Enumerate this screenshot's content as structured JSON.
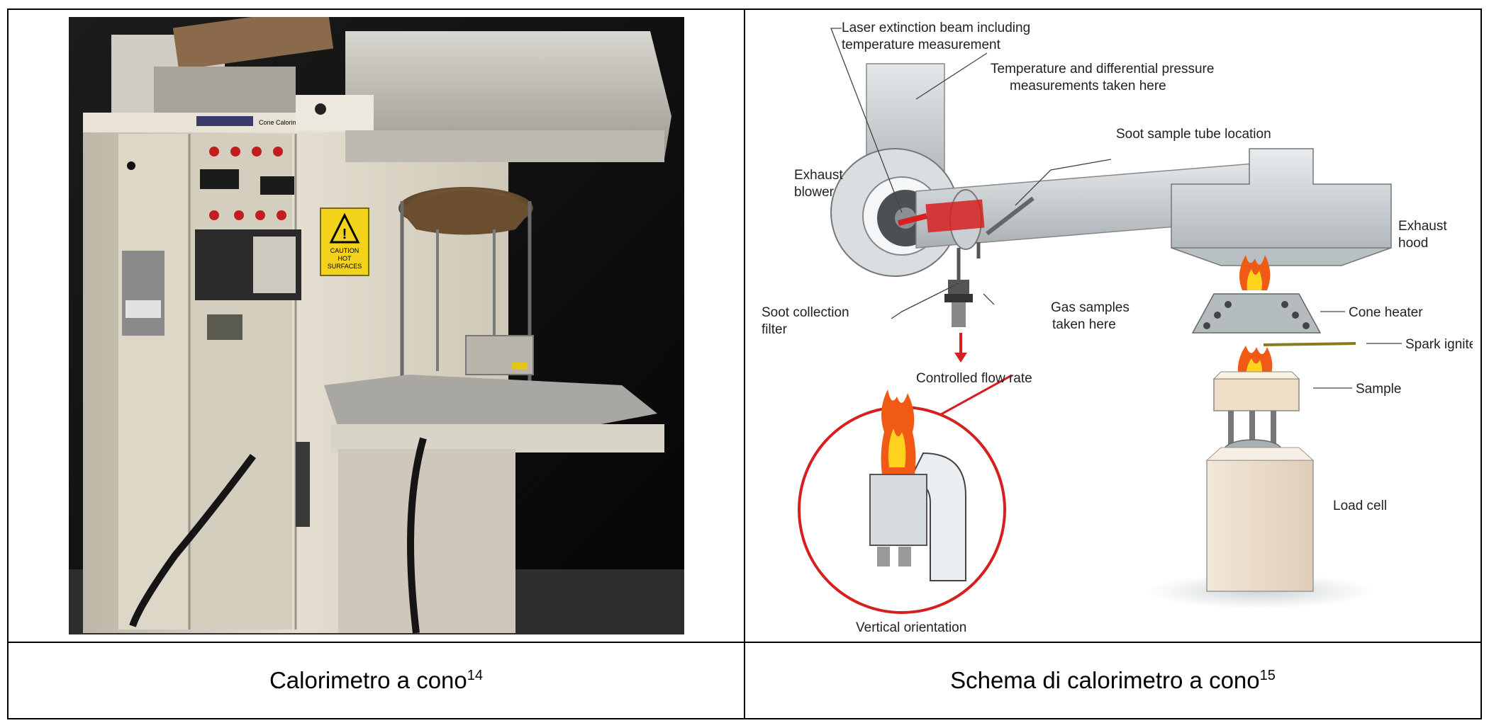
{
  "table": {
    "cells": [
      {
        "caption": "Calorimetro a cono",
        "ref": "14"
      },
      {
        "caption": "Schema di calorimetro a cono",
        "ref": "15"
      }
    ]
  },
  "photo": {
    "brand_label": "Cone Calorimeter",
    "warning_sign": [
      "CAUTION",
      "HOT",
      "SURFACES"
    ]
  },
  "diagram": {
    "labels": {
      "laser_1": "Laser extinction beam including",
      "laser_2": "temperature measurement",
      "temp_1": "Temperature and differential pressure",
      "temp_2": "measurements taken here",
      "soot_tube": "Soot sample tube location",
      "blower_1": "Exhaust",
      "blower_2": "blower",
      "hood_1": "Exhaust",
      "hood_2": "hood",
      "cone_heater": "Cone heater",
      "spark": "Spark igniter",
      "sample": "Sample",
      "filter_1": "Soot collection",
      "filter_2": "filter",
      "gas_1": "Gas samples",
      "gas_2": "taken here",
      "flow": "Controlled flow rate",
      "load_cell": "Load cell",
      "vertical": "Vertical orientation"
    }
  },
  "colors": {
    "flame": "#f05a14",
    "flame_inner": "#ffd21e",
    "accent_red": "#d62020"
  }
}
